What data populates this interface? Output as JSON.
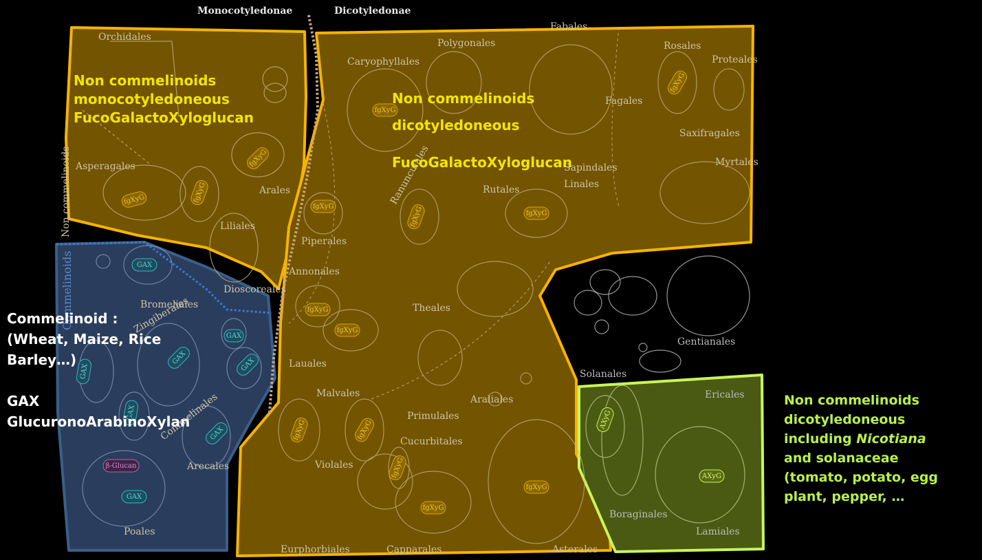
{
  "header": {
    "left": "Monocotyledonae",
    "right": "Dicotyledonae"
  },
  "colors": {
    "non_commelinoid_fill": "#735400",
    "non_commelinoid_border": "#f5b400",
    "commelinoid_fill": "#2a3d5c",
    "commelinoid_border": "#3a5f8a",
    "solanaceae_fill": "#4a5a12",
    "solanaceae_border": "#c9f55a",
    "annotation_yellow": "#f2e600",
    "annotation_green": "#b9f04a"
  },
  "side_labels": {
    "non_commelinoids": "Non commelinoids",
    "commelinoids": "Commelinoids"
  },
  "orders": {
    "orchidales": "Orchidales",
    "asperagales": "Asperagales",
    "arales": "Arales",
    "liliales": "Liliales",
    "dioscoreales": "Dioscoreales",
    "bromeliales": "Bromeliales",
    "zingiberales": "Zingiberales",
    "commelinales": "Commelinales",
    "arecales": "Arecales",
    "poales": "Poales",
    "fabales": "Fabales",
    "polygonales": "Polygonales",
    "caryophyllales": "Caryophyllales",
    "rosales": "Rosales",
    "proteales": "Proteales",
    "fagales": "Fagales",
    "saxifragales": "Saxifragales",
    "myrtales": "Myrtales",
    "sapindales": "Sapindales",
    "rutales": "Rutales",
    "linales": "Linales",
    "ranunculales": "Ranunculales",
    "piperales": "Piperales",
    "annonales": "Annonales",
    "theales": "Theales",
    "lauales": "Lauales",
    "malvales": "Malvales",
    "araliales": "Araliales",
    "primulales": "Primulales",
    "cucurbitales": "Cucurbitales",
    "violales": "Violales",
    "euphorbiales": "Eurphorbiales",
    "capparales": "Capparales",
    "asterales": "Asterales",
    "gentianales": "Gentianales",
    "solanales": "Solanales",
    "ericales": "Ericales",
    "boraginales": "Boraginales",
    "lamiales": "Lamiales"
  },
  "badges": {
    "fgxyg": "fgXyG",
    "gax": "GAX",
    "axyg": "AXyG",
    "beta_glucan": "β-Glucan"
  },
  "annotations": {
    "mono": [
      "Non commelinoids",
      "monocotyledoneous",
      "FucoGalactoXyloglucan"
    ],
    "dico": [
      "Non commelinoids",
      "dicotyledoneous",
      "",
      "FucoGalactoXyloglucan"
    ],
    "commelinoid": {
      "line1": "Commelinoid :",
      "line2": "(Wheat, Maize, Rice",
      "line3": "Barley…)",
      "line4": "GAX",
      "line5": "GlucuronoArabinoXylan"
    },
    "solanaceae": {
      "line1": "Non commelinoids",
      "line2": "dicotyledoneous",
      "line3_prefix": "including ",
      "line3_italic": "Nicotiana",
      "line4": "and solanaceae",
      "line5": "(tomato, potato, egg",
      "line6": "plant, pepper, …"
    }
  }
}
